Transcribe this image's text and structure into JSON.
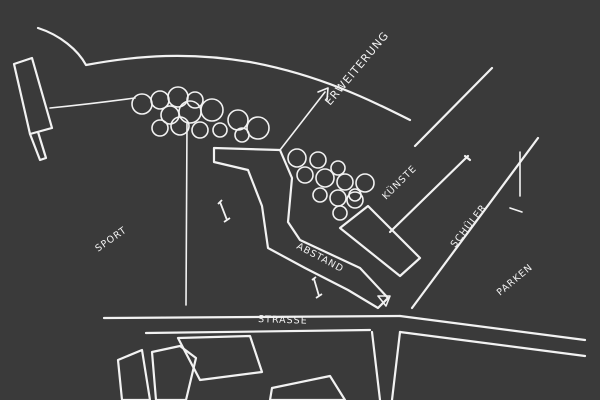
{
  "labels": {
    "erweiterung": "ERWEITERUNG",
    "kuenste": "KÜNSTE",
    "schueler": "SCHÜLER",
    "sport": "SPORT",
    "abstand": "ABSTAND",
    "strasse": "STRASSE",
    "parken": "PARKEN"
  },
  "colors": {
    "background": "#3a3a3a",
    "chalk": "#f2f2f2"
  }
}
